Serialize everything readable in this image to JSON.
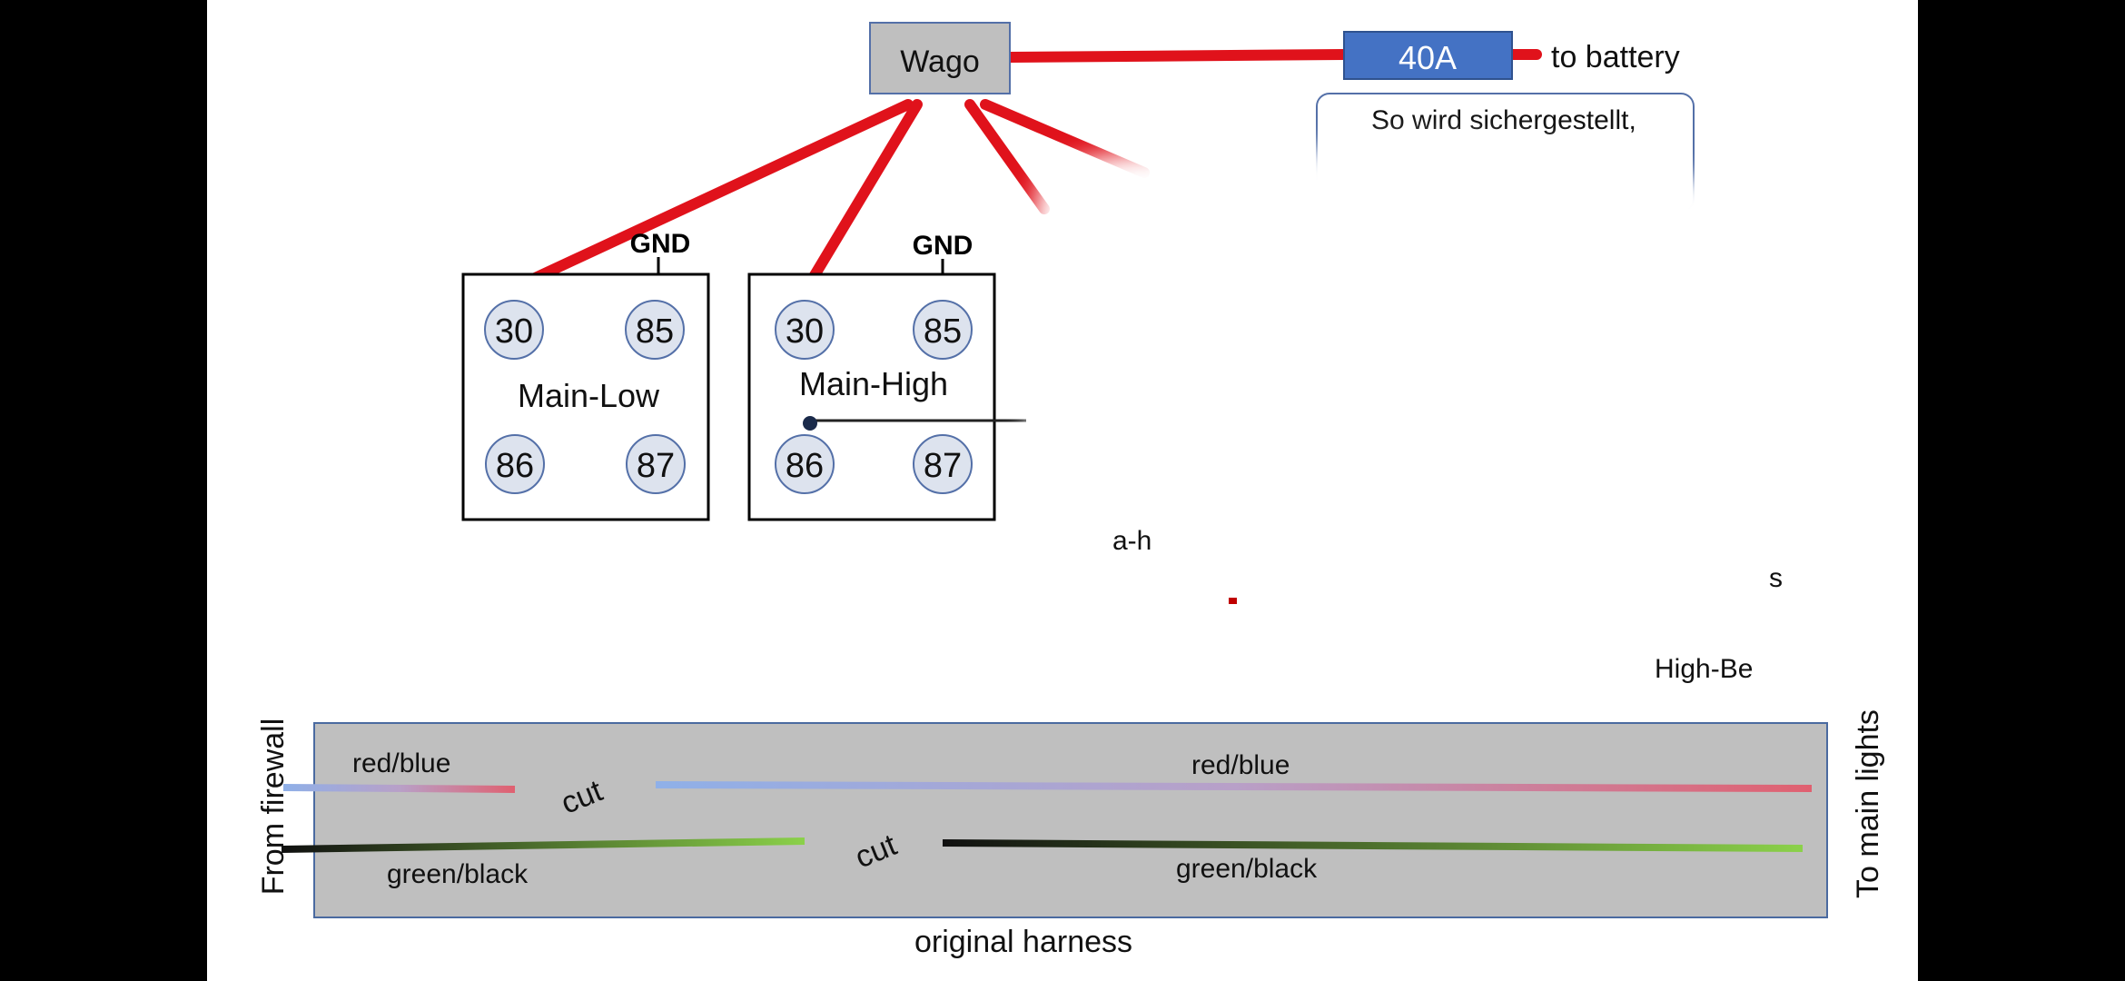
{
  "colors": {
    "power_wire": "#e0121b",
    "fuse_fill": "#4472c4",
    "harness_fill": "#bfbfbf",
    "pin_fill": "#dde3ee",
    "pin_stroke": "#5470a8",
    "red_blue_a": "#e07080",
    "red_blue_b": "#8fb0e8",
    "green": "#8bd14a",
    "black": "#101010"
  },
  "wago": {
    "label": "Wago"
  },
  "fuse": {
    "label": "40A"
  },
  "battery": {
    "label": "to battery"
  },
  "note": {
    "visible_text": "So wird sichergestellt,",
    "fragment_1": "a-h",
    "fragment_2": "s",
    "fragment_3": "High-Be"
  },
  "relays": [
    {
      "name": "Main-Low",
      "gnd_label": "GND",
      "pins": {
        "p30": "30",
        "p85": "85",
        "p86": "86",
        "p87": "87"
      }
    },
    {
      "name": "Main-High",
      "gnd_label": "GND",
      "pins": {
        "p30": "30",
        "p85": "85",
        "p86": "86",
        "p87": "87"
      }
    }
  ],
  "harness": {
    "title": "original harness",
    "left_side": "From firewall",
    "right_side": "To main lights",
    "wire_red_blue": "red/blue",
    "wire_green_black": "green/black",
    "cut": "cut"
  }
}
